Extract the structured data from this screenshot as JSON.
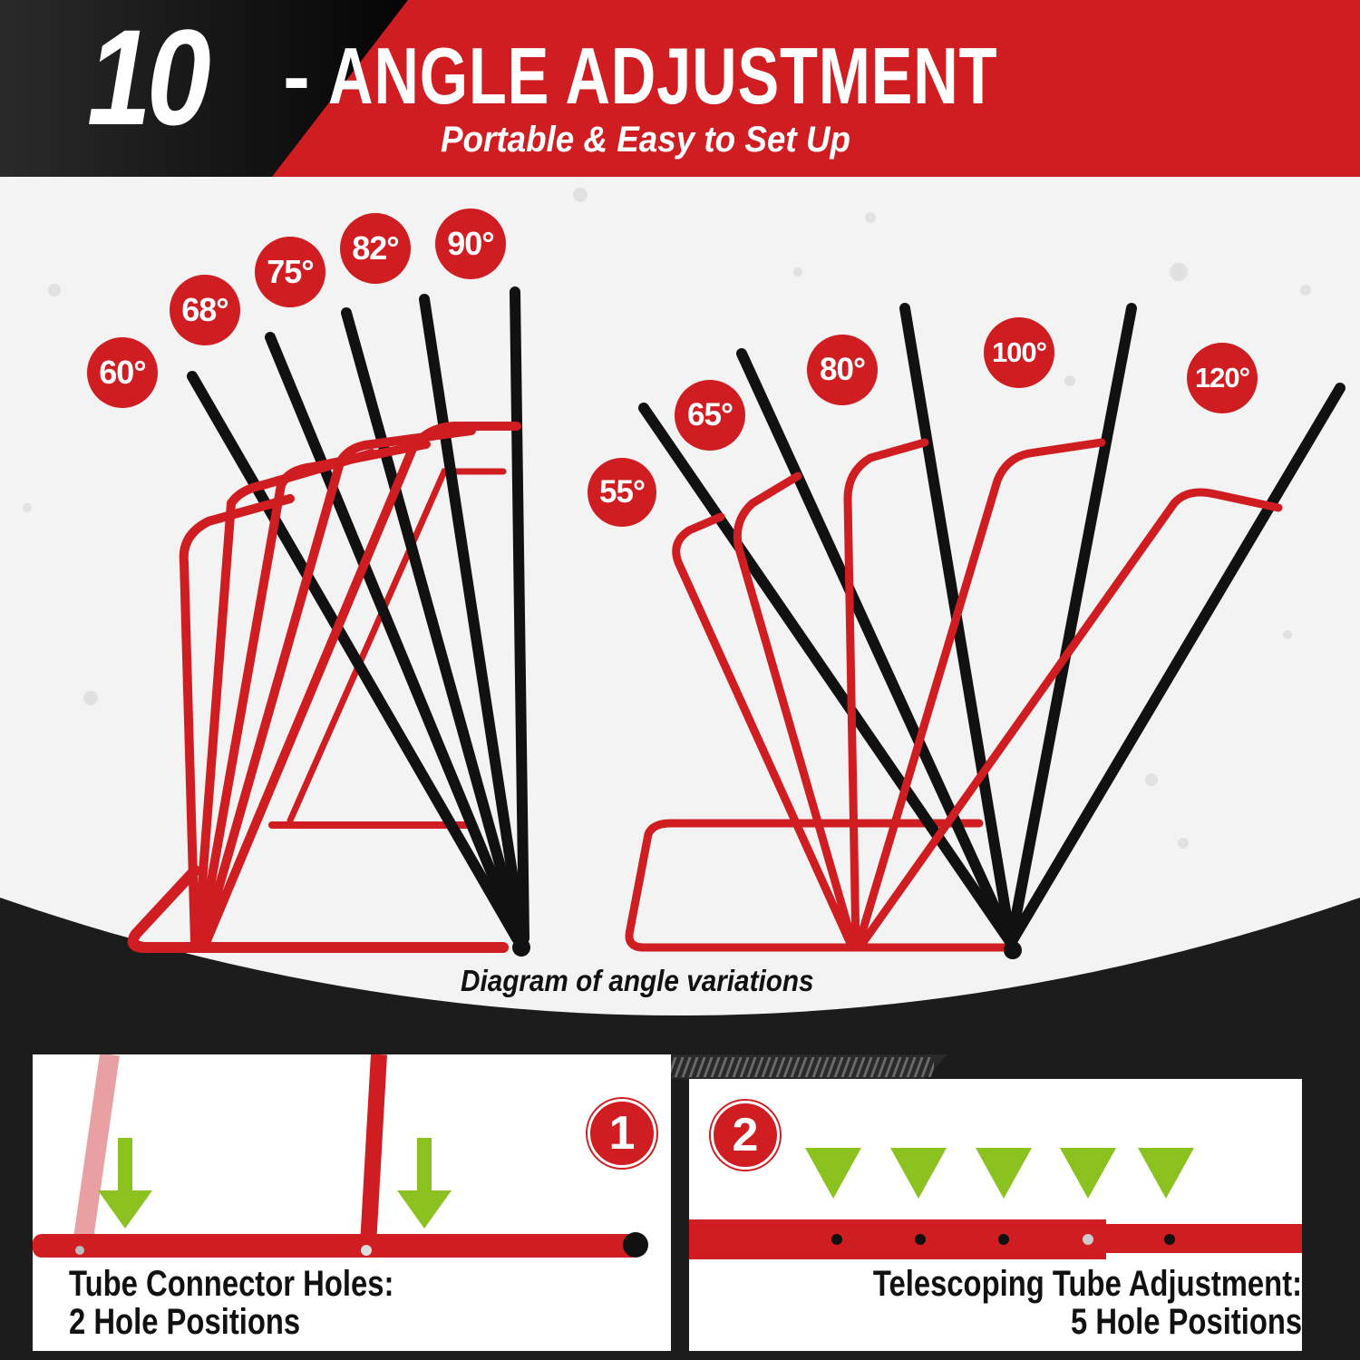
{
  "header": {
    "number": "10",
    "dash": "-",
    "title": "ANGLE ADJUSTMENT",
    "subtitle": "Portable & Easy to Set Up"
  },
  "colors": {
    "brand_red": "#cf1d21",
    "black": "#111111",
    "arrow_green": "#8cc21f",
    "background_light": "#f4f4f4",
    "background_dark": "#1c1c1c"
  },
  "diagram": {
    "left_frame_angles": [
      {
        "label": "60°"
      },
      {
        "label": "68°"
      },
      {
        "label": "75°"
      },
      {
        "label": "82°"
      },
      {
        "label": "90°"
      }
    ],
    "right_frame_angles": [
      {
        "label": "55°"
      },
      {
        "label": "65°"
      },
      {
        "label": "80°"
      },
      {
        "label": "100°"
      },
      {
        "label": "120°"
      }
    ],
    "caption": "Diagram of angle variations"
  },
  "panels": [
    {
      "number": "1",
      "line1": "Tube Connector Holes:",
      "line2": "2 Hole Positions",
      "arrow_count": 2
    },
    {
      "number": "2",
      "line1": "Telescoping Tube Adjustment:",
      "line2": "5 Hole Positions",
      "arrow_count": 5
    }
  ]
}
